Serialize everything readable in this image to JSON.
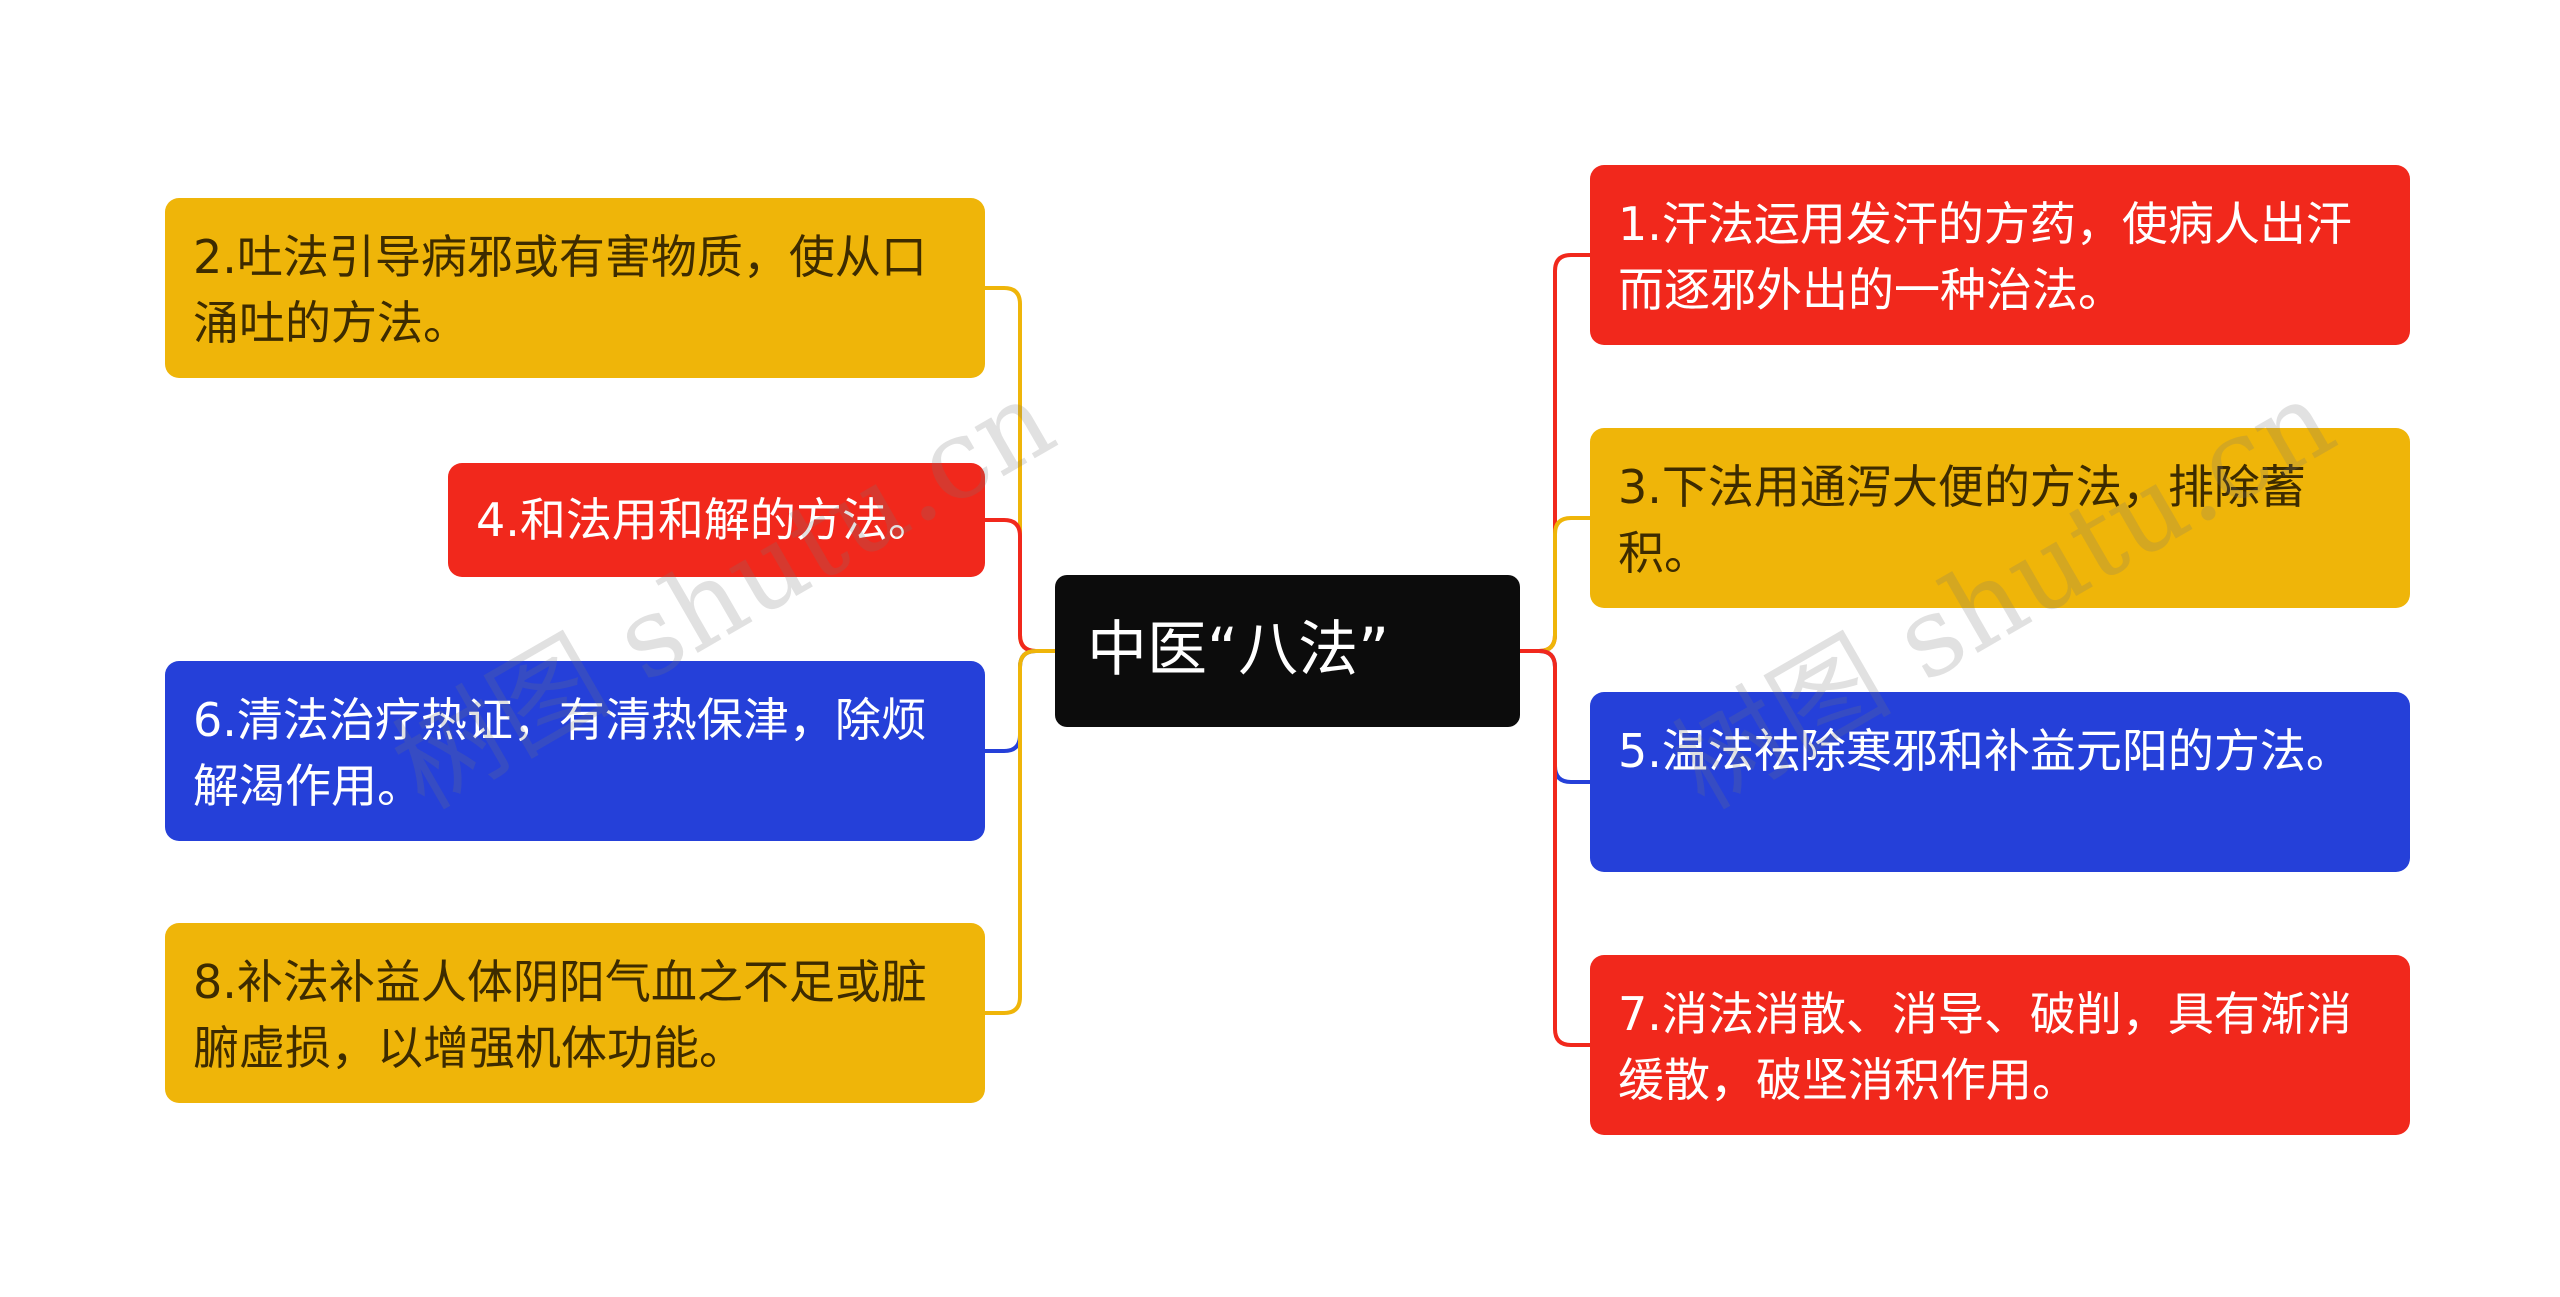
{
  "colors": {
    "background": "#ffffff",
    "yellow": "#efb509",
    "red": "#f1281c",
    "blue": "#2540d9",
    "root_fill": "#0c0c0c",
    "dark_text": "#3d2b00",
    "light_text": "#ffffff"
  },
  "root": {
    "label": "中医“八法”"
  },
  "left": [
    {
      "label": "2.吐法引导病邪或有害物质，使从口涌吐的方法。",
      "color": "yellow"
    },
    {
      "label": "4.和法用和解的方法。",
      "color": "red"
    },
    {
      "label": "6.清法治疗热证，有清热保津，除烦解渴作用。",
      "color": "blue"
    },
    {
      "label": "8.补法补益人体阴阳气血之不足或脏腑虚损，以增强机体功能。",
      "color": "yellow"
    }
  ],
  "right": [
    {
      "label": "1.汗法运用发汗的方药，使病人出汗而逐邪外出的一种治法。",
      "color": "red"
    },
    {
      "label": "3.下法用通泻大便的方法，排除蓄积。",
      "color": "yellow"
    },
    {
      "label": "5.温法祛除寒邪和补益元阳的方法。",
      "color": "blue"
    },
    {
      "label": "7.消法消散、消导、破削，具有渐消缓散，破坚消积作用。",
      "color": "red"
    }
  ],
  "watermarks": [
    "树图 shutu.cn",
    "树图 shutu.cn"
  ]
}
